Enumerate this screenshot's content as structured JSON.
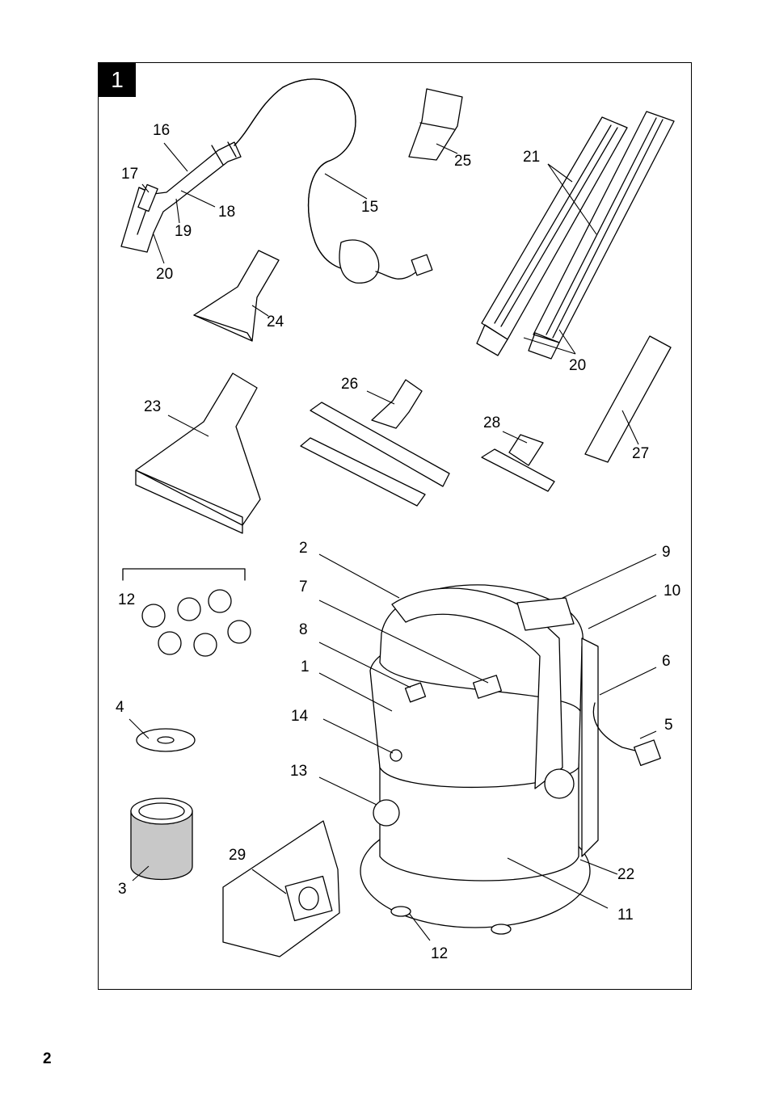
{
  "figure": {
    "number": "1"
  },
  "callouts": {
    "c16": "16",
    "c17": "17",
    "c18": "18",
    "c19": "19",
    "c20a": "20",
    "c15": "15",
    "c25": "25",
    "c21": "21",
    "c20b": "20",
    "c24": "24",
    "c23": "23",
    "c26": "26",
    "c28": "28",
    "c27": "27",
    "c2": "2",
    "c9": "9",
    "c7": "7",
    "c10": "10",
    "c8": "8",
    "c6": "6",
    "c1": "1",
    "c14": "14",
    "c5": "5",
    "c13": "13",
    "c22": "22",
    "c11": "11",
    "c12a": "12",
    "c12b": "12",
    "c4": "4",
    "c3": "3",
    "c29": "29"
  },
  "page": {
    "number": "2"
  }
}
